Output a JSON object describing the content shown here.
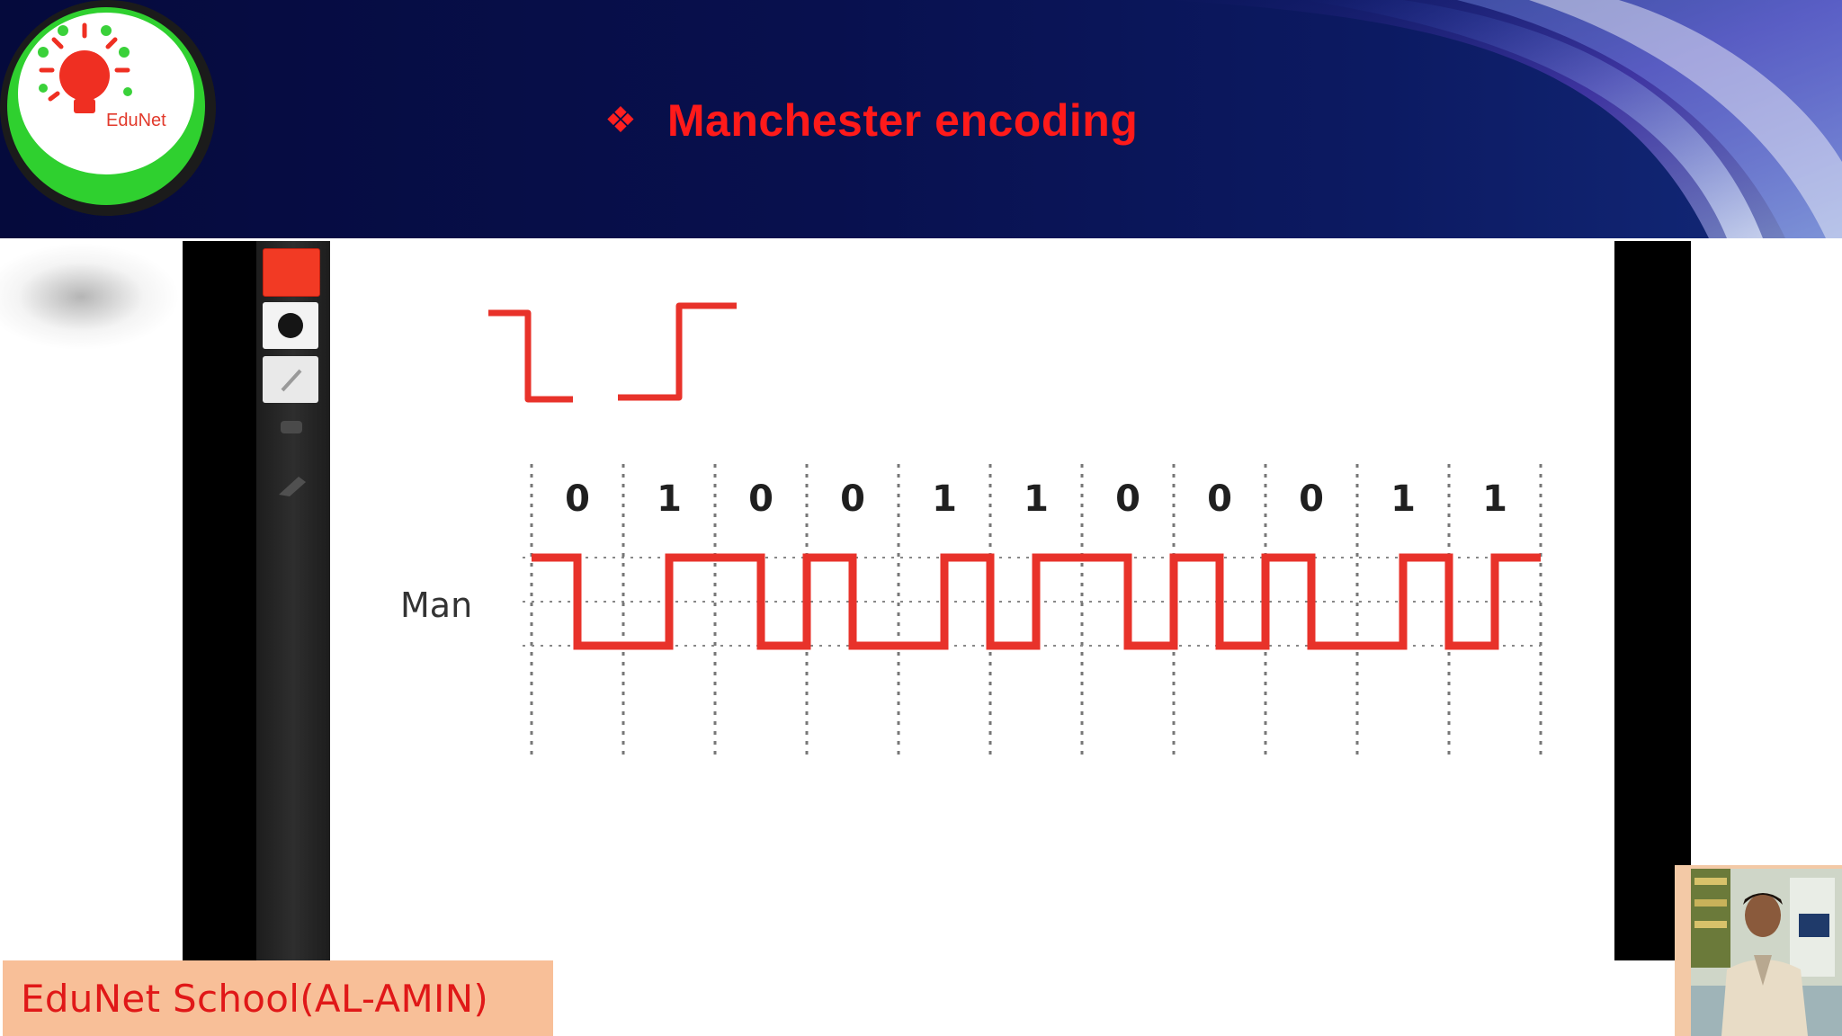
{
  "header": {
    "logo_text": "EduNet",
    "title_bullet": "❖",
    "title": "Manchester encoding"
  },
  "screen_share": {
    "toolbar": {
      "tools": [
        {
          "icon": "color-swatch-icon",
          "color": "#f23a24"
        },
        {
          "icon": "pen-dot-icon"
        },
        {
          "icon": "pencil-icon"
        },
        {
          "icon": "marker-icon"
        },
        {
          "icon": "eraser-icon"
        }
      ]
    },
    "diagram": {
      "row_label": "Man",
      "bits": [
        "0",
        "1",
        "0",
        "0",
        "1",
        "1",
        "0",
        "0",
        "0",
        "1",
        "1"
      ],
      "signal_color": "#e8322a"
    }
  },
  "footer": {
    "school_name": "EduNet School(AL-AMIN)"
  },
  "colors": {
    "header_bg": "#08104e",
    "title_red": "#ff1a1a",
    "footer_bg": "#f8bf98",
    "footer_text": "#e01818"
  }
}
